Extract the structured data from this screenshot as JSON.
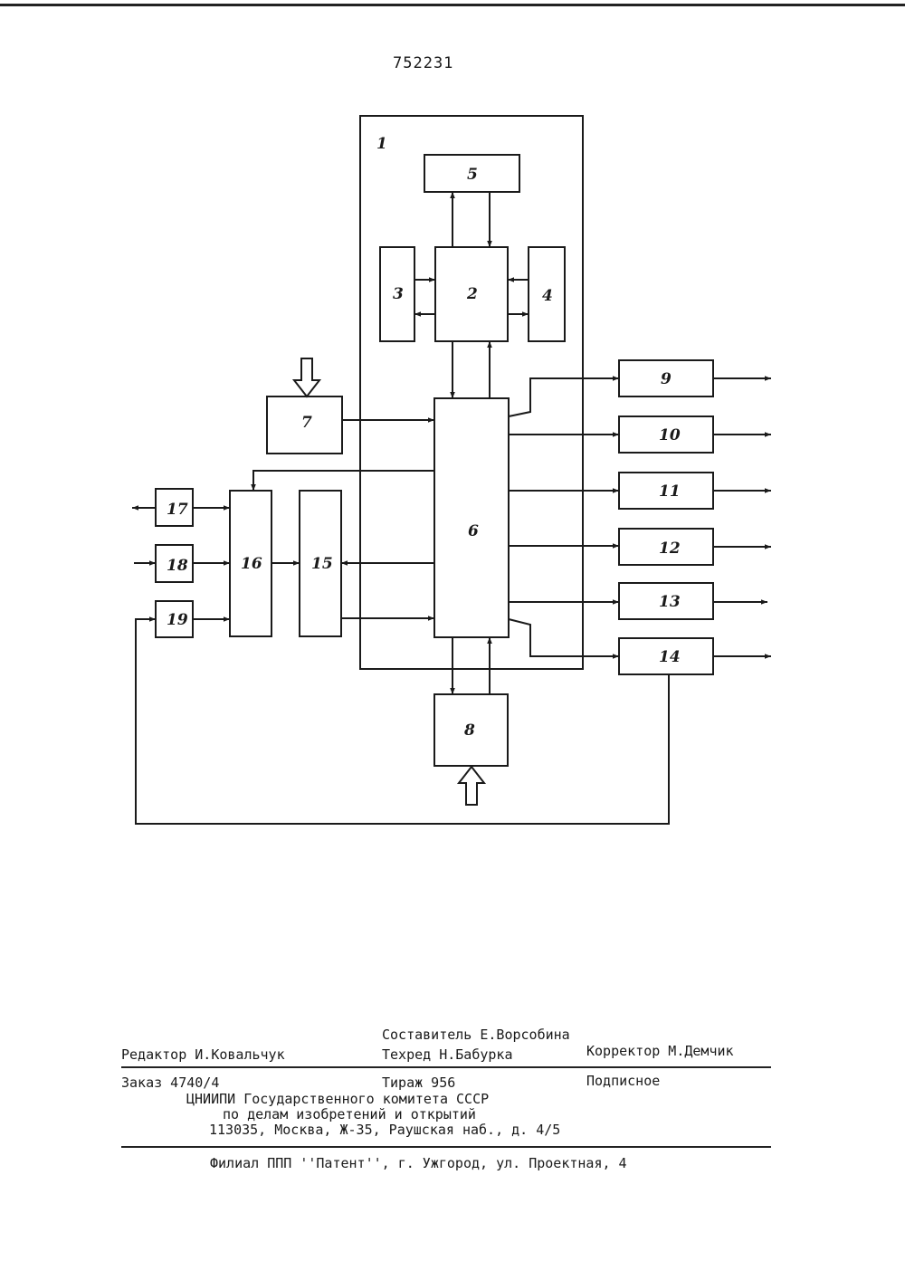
{
  "patent_number": "752231",
  "diagram": {
    "blocks": [
      "1",
      "2",
      "3",
      "4",
      "5",
      "6",
      "7",
      "8",
      "9",
      "10",
      "11",
      "12",
      "13",
      "14",
      "15",
      "16",
      "17",
      "18",
      "19"
    ]
  },
  "imprint": {
    "compiler": "Составитель Е.Ворсобина",
    "editor": "Редактор И.Ковальчук",
    "techred": "Техред Н.Бабурка",
    "corrector": "Корректор  М.Демчик",
    "order": "Заказ 4740/4",
    "circulation": "Тираж 956",
    "subscription": "Подписное",
    "org_line1": "ЦНИИПИ Государственного комитета СССР",
    "org_line2": "по делам изобретений и открытий",
    "address": "113035, Москва, Ж-35, Раушская наб., д. 4/5",
    "branch": "Филиал ППП ''Патент'', г. Ужгород, ул. Проектная, 4"
  }
}
